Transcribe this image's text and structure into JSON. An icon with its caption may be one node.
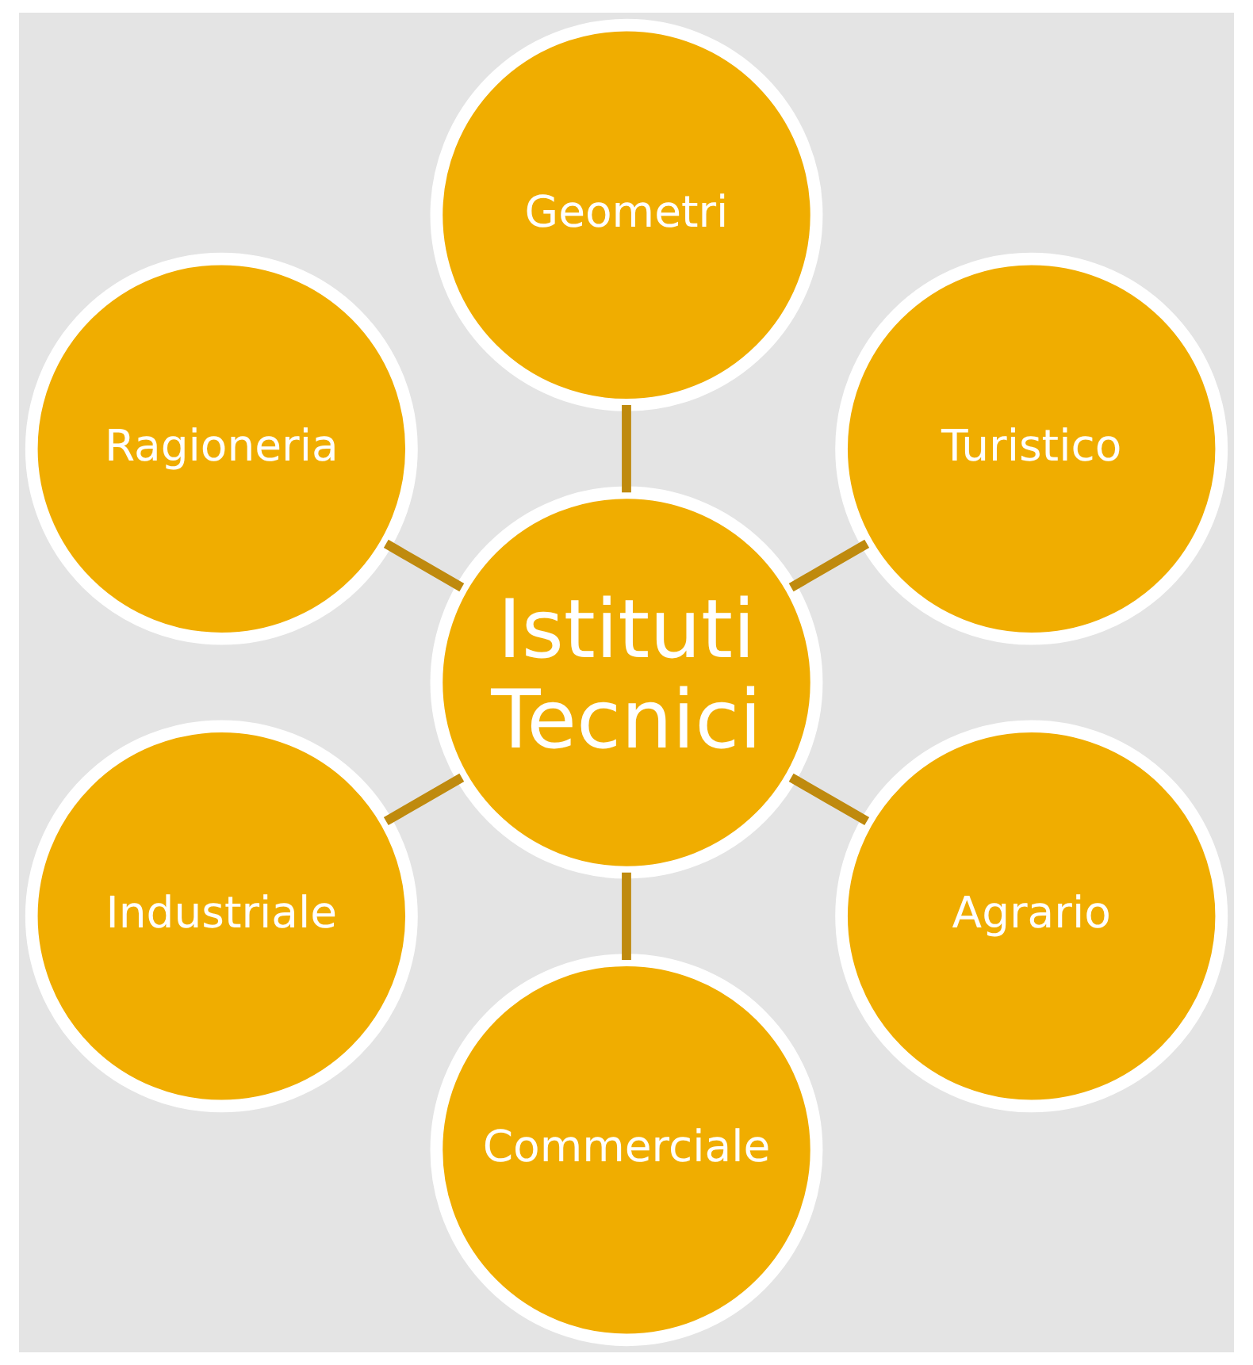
{
  "diagram": {
    "nodes": [
      {
        "text": [
          "Istituti Tecnici"
        ]
      },
      {
        "text": [
          "Turistico"
        ]
      },
      {
        "text": [
          "Geometri"
        ]
      },
      {
        "text": [
          "Ragioneria"
        ]
      },
      {
        "text": [
          "Industriale"
        ]
      },
      {
        "text": [
          "Commerciale"
        ]
      },
      {
        "text": [
          "Agrario"
        ]
      }
    ],
    "edges": [
      {
        "from": 0,
        "to": 1,
        "arrow": "none"
      },
      {
        "from": 0,
        "to": 2,
        "arrow": "none"
      },
      {
        "from": 0,
        "to": 3,
        "arrow": "none"
      },
      {
        "from": 0,
        "to": 4,
        "arrow": "none"
      },
      {
        "from": 0,
        "to": 5,
        "arrow": "none"
      },
      {
        "from": 0,
        "to": 6,
        "arrow": "none"
      }
    ]
  }
}
